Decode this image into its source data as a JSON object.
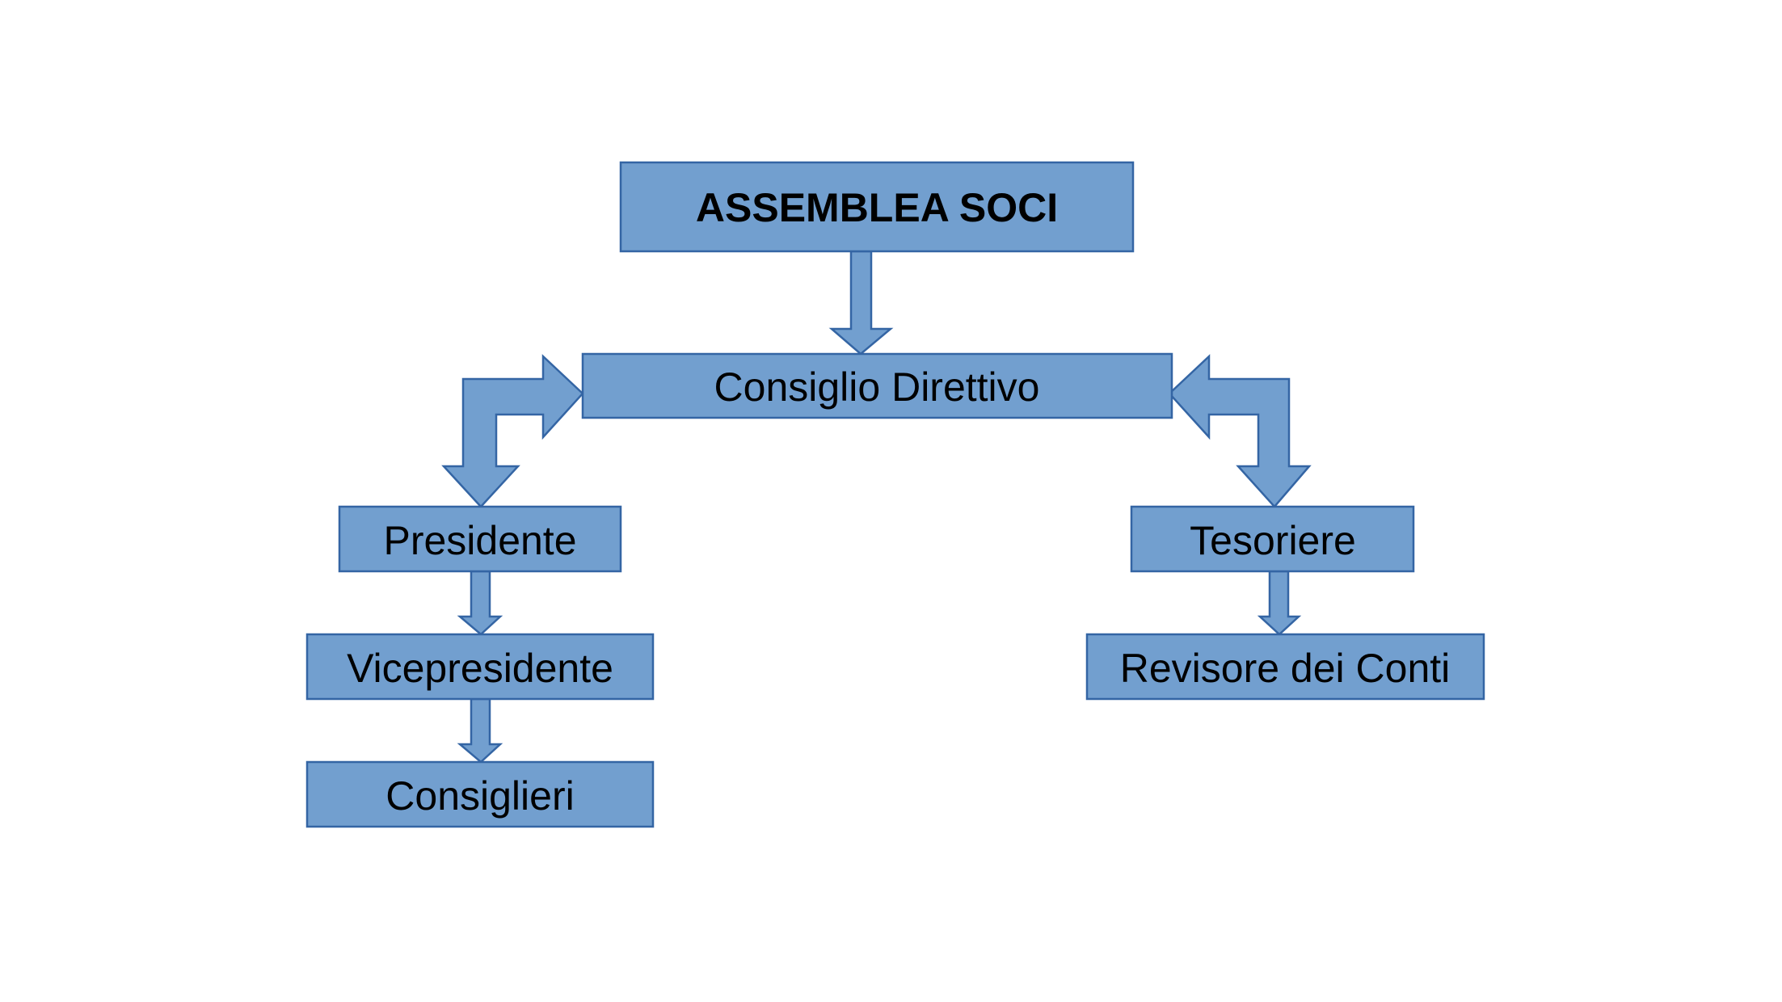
{
  "diagram": {
    "nodes": {
      "assemblea": "ASSEMBLEA SOCI",
      "consiglio": "Consiglio Direttivo",
      "presidente": "Presidente",
      "vicepresidente": "Vicepresidente",
      "consiglieri": "Consiglieri",
      "tesoriere": "Tesoriere",
      "revisore": "Revisore dei Conti"
    },
    "edges": [
      {
        "from": "assemblea",
        "to": "consiglio"
      },
      {
        "from": "consiglio",
        "to": "presidente",
        "bidirectional": true
      },
      {
        "from": "consiglio",
        "to": "tesoriere",
        "bidirectional": true
      },
      {
        "from": "presidente",
        "to": "vicepresidente"
      },
      {
        "from": "vicepresidente",
        "to": "consiglieri"
      },
      {
        "from": "tesoriere",
        "to": "revisore"
      }
    ],
    "colors": {
      "fill": "#729fcf",
      "stroke": "#3465a4",
      "text": "#000000"
    }
  }
}
